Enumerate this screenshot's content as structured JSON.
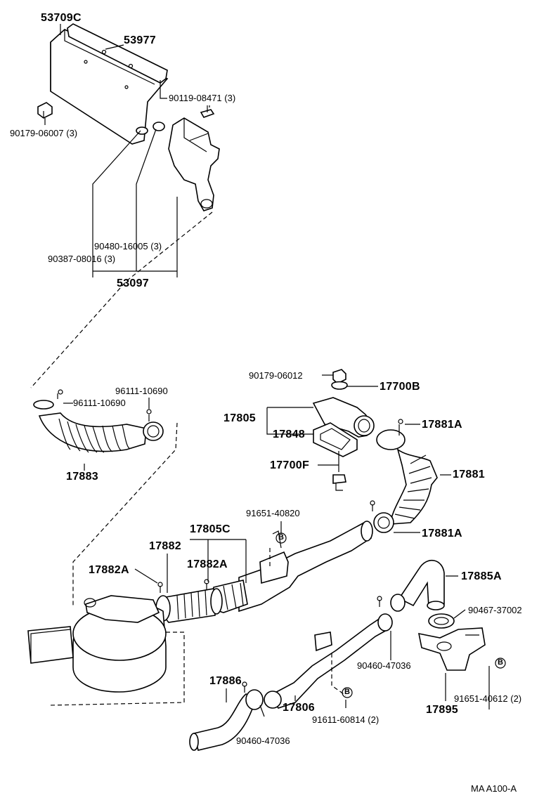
{
  "diagram": {
    "part_labels": {
      "p53709C": "53709C",
      "p53977": "53977",
      "p90119": "90119-08471 (3)",
      "p90179a": "90179-06007 (3)",
      "p90480": "90480-16005 (3)",
      "p90387": "90387-08016 (3)",
      "p53097": "53097",
      "p96111a": "96111-10690",
      "p96111b": "96111-10690",
      "p17883": "17883",
      "p90179b": "90179-06012",
      "p17700B": "17700B",
      "p17805": "17805",
      "p17848": "17848",
      "p17881A_top": "17881A",
      "p17700F": "17700F",
      "p17881": "17881",
      "p91651a": "91651-40820",
      "p17881A_bot": "17881A",
      "p17805C": "17805C",
      "p17882": "17882",
      "p17882A_left": "17882A",
      "p17882A_right": "17882A",
      "p17885A": "17885A",
      "p90467": "90467-37002",
      "p90460a": "90460-47036",
      "p17886": "17886",
      "p17806": "17806",
      "p91611": "91611-60814 (2)",
      "p91651b": "91651-40612 (2)",
      "p17895": "17895",
      "p90460b": "90460-47036"
    },
    "ref_markers": {
      "b1": "B",
      "b2": "B",
      "b3": "B"
    },
    "footer_code": "MA A100-A"
  }
}
